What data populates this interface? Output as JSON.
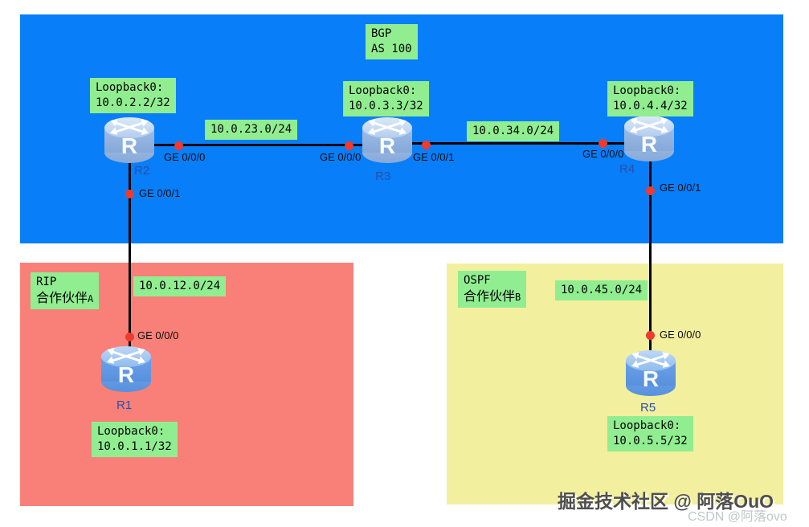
{
  "colors": {
    "region_bgp": "#087ef9",
    "region_rip": "#f98078",
    "region_ospf": "#f2ef9e",
    "label_bg": "#90ee90",
    "dot": "#f03a2c",
    "link": "#000000",
    "router_name": "#2b50a8"
  },
  "bgp": {
    "line1": "BGP",
    "line2": "AS 100"
  },
  "rip": {
    "line1": "RIP",
    "line2": "合作伙伴",
    "suffix": "A"
  },
  "ospf": {
    "line1": "OSPF",
    "line2": "合作伙伴",
    "suffix": "B"
  },
  "routers": {
    "r1": {
      "name": "R1",
      "lb1": "Loopback0:",
      "lb2": "10.0.1.1/32"
    },
    "r2": {
      "name": "R2",
      "lb1": "Loopback0:",
      "lb2": "10.0.2.2/32"
    },
    "r3": {
      "name": "R3",
      "lb1": "Loopback0:",
      "lb2": "10.0.3.3/32"
    },
    "r4": {
      "name": "R4",
      "lb1": "Loopback0:",
      "lb2": "10.0.4.4/32"
    },
    "r5": {
      "name": "R5",
      "lb1": "Loopback0:",
      "lb2": "10.0.5.5/32"
    }
  },
  "subnets": {
    "r2r3": "10.0.23.0/24",
    "r3r4": "10.0.34.0/24",
    "r1r2": "10.0.12.0/24",
    "r4r5": "10.0.45.0/24"
  },
  "interfaces": {
    "r2_to_r3": "GE 0/0/0",
    "r3_to_r2": "GE 0/0/0",
    "r3_to_r4": "GE 0/0/1",
    "r4_to_r3": "GE 0/0/0",
    "r2_to_r1": "GE 0/0/1",
    "r1_to_r2": "GE 0/0/0",
    "r4_to_r5": "GE 0/0/1",
    "r5_to_r4": "GE 0/0/0"
  },
  "watermark": {
    "primary": "掘金技术社区 @ 阿落OuO",
    "secondary": "CSDN @阿落ovo"
  }
}
